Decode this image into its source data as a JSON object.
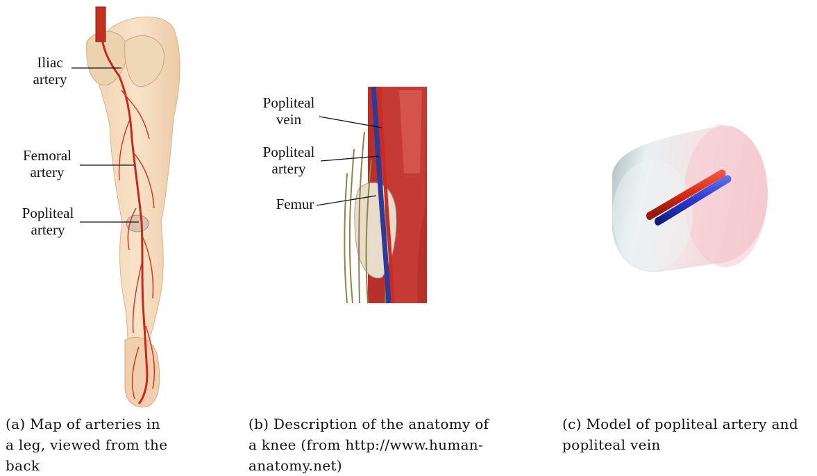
{
  "panel_a": {
    "labels": {
      "iliac": [
        "Iliac",
        "artery"
      ],
      "femoral": [
        "Femoral",
        "artery"
      ],
      "popliteal": [
        "Popliteal",
        "artery"
      ]
    },
    "caption": [
      "(a)  Map  of  arteries  in",
      "a  leg,  viewed  from  the",
      "back"
    ]
  },
  "panel_b": {
    "labels": {
      "vein": [
        "Popliteal",
        "vein"
      ],
      "artery": [
        "Popliteal",
        "artery"
      ],
      "femur": "Femur"
    },
    "caption": [
      "(b) Description of the anatomy of",
      "a knee (from http://www.human-",
      "anatomy.net)"
    ]
  },
  "panel_c": {
    "caption": [
      "(c) Model of popliteal artery and",
      "popliteal vein"
    ],
    "colors": {
      "artery": "#d42a14",
      "vein": "#2a3ad0",
      "cylinder": "#f4d8dc"
    }
  }
}
